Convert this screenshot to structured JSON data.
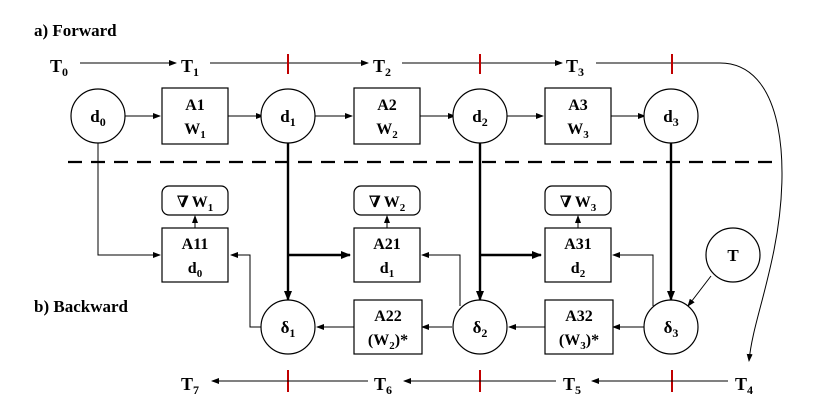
{
  "sections": {
    "forward": "a) Forward",
    "backward": "b) Backward"
  },
  "forward_times": [
    {
      "base": "T",
      "sub": "0"
    },
    {
      "base": "T",
      "sub": "1"
    },
    {
      "base": "T",
      "sub": "2"
    },
    {
      "base": "T",
      "sub": "3"
    }
  ],
  "backward_times": [
    {
      "base": "T",
      "sub": "4"
    },
    {
      "base": "T",
      "sub": "5"
    },
    {
      "base": "T",
      "sub": "6"
    },
    {
      "base": "T",
      "sub": "7"
    }
  ],
  "forward_nodes": [
    {
      "base": "d",
      "sub": "0"
    },
    {
      "base": "d",
      "sub": "1"
    },
    {
      "base": "d",
      "sub": "2"
    },
    {
      "base": "d",
      "sub": "3"
    }
  ],
  "forward_ops": [
    {
      "line1": "A1",
      "line2": {
        "base": "W",
        "sub": "1"
      }
    },
    {
      "line1": "A2",
      "line2": {
        "base": "W",
        "sub": "2"
      }
    },
    {
      "line1": "A3",
      "line2": {
        "base": "W",
        "sub": "3"
      }
    }
  ],
  "grad_boxes": [
    {
      "nabla": "∇",
      "base": "W",
      "sub": "1"
    },
    {
      "nabla": "∇",
      "base": "W",
      "sub": "2"
    },
    {
      "nabla": "∇",
      "base": "W",
      "sub": "3"
    }
  ],
  "grad_ops": [
    {
      "line1": "A11",
      "line2": {
        "base": "d",
        "sub": "0"
      }
    },
    {
      "line1": "A21",
      "line2": {
        "base": "d",
        "sub": "1"
      }
    },
    {
      "line1": "A31",
      "line2": {
        "base": "d",
        "sub": "2"
      }
    }
  ],
  "delta_nodes": [
    {
      "base": "δ",
      "sub": "1"
    },
    {
      "base": "δ",
      "sub": "2"
    },
    {
      "base": "δ",
      "sub": "3"
    }
  ],
  "back_ops": [
    {
      "line1": "A22",
      "pre": "(W",
      "sub": "2",
      "post": ")*"
    },
    {
      "line1": "A32",
      "pre": "(W",
      "sub": "3",
      "post": ")*"
    }
  ],
  "target_node": "T"
}
